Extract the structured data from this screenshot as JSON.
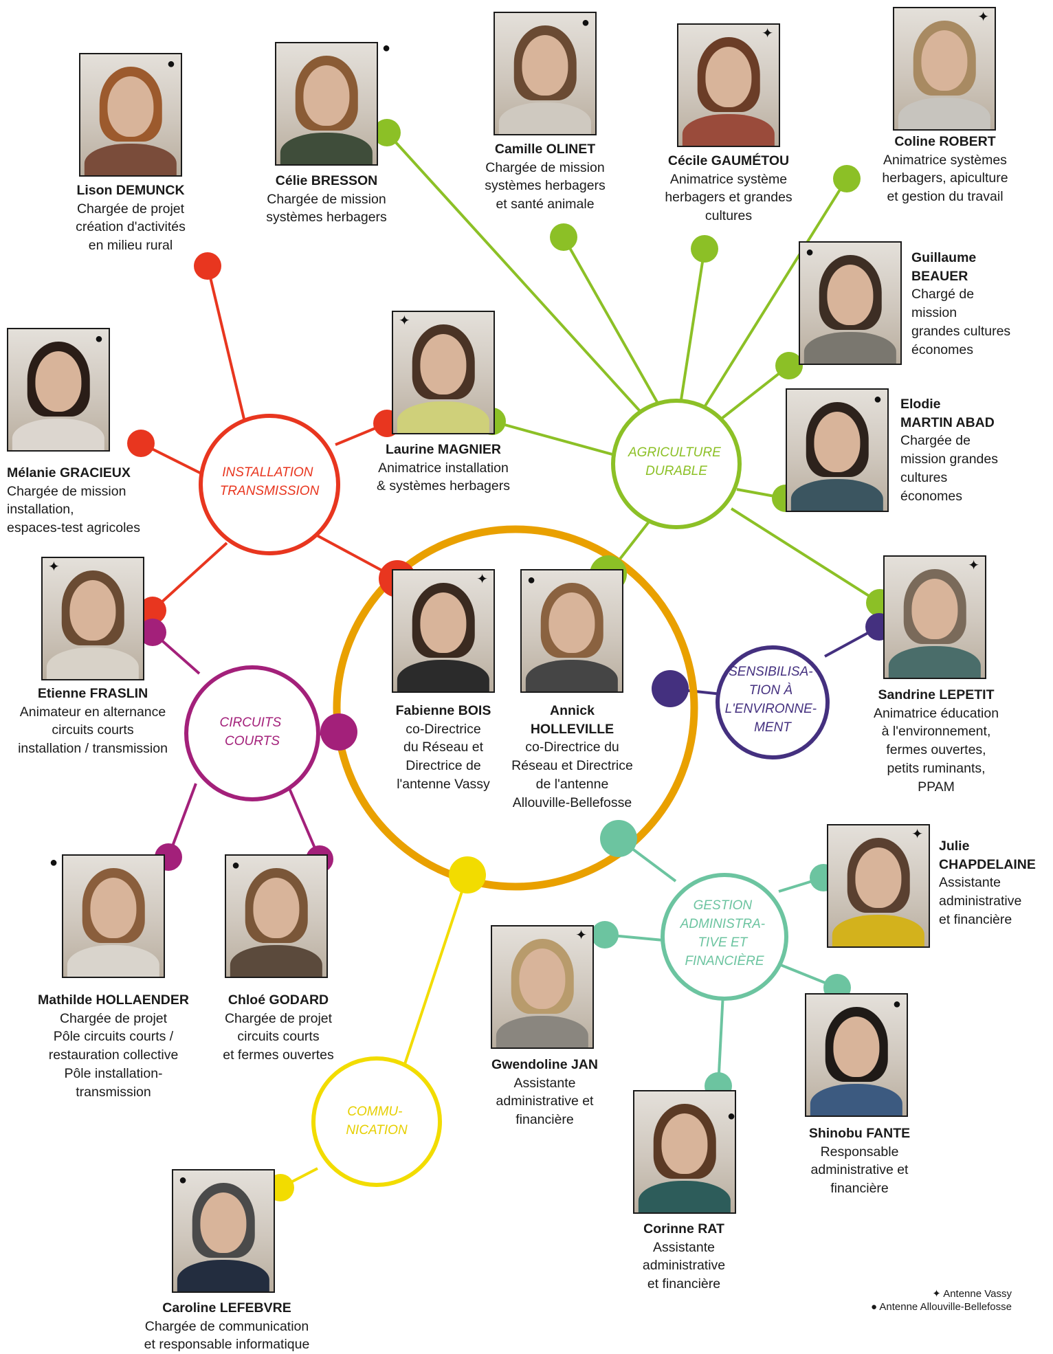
{
  "hubs": {
    "installation": {
      "lines": [
        "INSTALLATION",
        "TRANSMISSION"
      ],
      "color": "#e8361f"
    },
    "agriculture": {
      "lines": [
        "AGRICULTURE",
        "DURABLE"
      ],
      "color": "#8cc026"
    },
    "circuits": {
      "lines": [
        "CIRCUITS",
        "COURTS"
      ],
      "color": "#a3207a"
    },
    "sensibilisation": {
      "lines": [
        "SENSIBILISA-",
        "TION À",
        "L'ENVIRONNE-",
        "MENT"
      ],
      "color": "#44307f"
    },
    "gestion": {
      "lines": [
        "GESTION",
        "ADMINISTRA-",
        "TIVE ET",
        "FINANCIÈRE"
      ],
      "color": "#6cc4a0"
    },
    "communication": {
      "lines": [
        "COMMU-",
        "NICATION"
      ],
      "color": "#f2dc00"
    },
    "direction_ring_color": "#e9a000"
  },
  "people": {
    "lison": {
      "name": "Lison DEMUNCK",
      "role": "Chargée de projet\ncréation d'activités\nen milieu rural",
      "antenne": "allouville"
    },
    "celie": {
      "name": "Célie BRESSON",
      "role": "Chargée de mission\nsystèmes herbagers",
      "antenne": "allouville"
    },
    "camille": {
      "name": "Camille OLINET",
      "role": "Chargée de mission\nsystèmes herbagers\net santé animale",
      "antenne": "allouville"
    },
    "cecile": {
      "name": "Cécile GAUMÉTOU",
      "role": "Animatrice système\nherbagers et grandes\ncultures",
      "antenne": "vassy"
    },
    "coline": {
      "name": "Coline ROBERT",
      "role": "Animatrice systèmes\nherbagers, apiculture\net gestion du travail",
      "antenne": "vassy"
    },
    "guillaume": {
      "name": "Guillaume\nBEAUER",
      "role": "Chargé de\nmission\ngrandes cultures\néconomes",
      "antenne": "allouville"
    },
    "elodie": {
      "name": "Elodie\nMARTIN ABAD",
      "role": "Chargée de\nmission grandes\ncultures\néconomes",
      "antenne": "allouville"
    },
    "melanie": {
      "name": "Mélanie GRACIEUX",
      "role": "Chargée de mission\ninstallation,\nespaces-test agricoles",
      "antenne": "allouville"
    },
    "laurine": {
      "name": "Laurine MAGNIER",
      "role": "Animatrice installation\n& systèmes herbagers",
      "antenne": "vassy"
    },
    "etienne": {
      "name": "Etienne FRASLIN",
      "role": "Animateur en alternance\ncircuits courts\ninstallation / transmission",
      "antenne": "vassy"
    },
    "fabienne": {
      "name": "Fabienne BOIS",
      "role": "co-Directrice\ndu Réseau et\nDirectrice de\nl'antenne Vassy",
      "antenne": "vassy"
    },
    "annick": {
      "name": "Annick\nHOLLEVILLE",
      "role": "co-Directrice du\nRéseau et Directrice\nde l'antenne\nAllouville-Bellefosse",
      "antenne": "allouville"
    },
    "sandrine": {
      "name": "Sandrine LEPETIT",
      "role": "Animatrice éducation\nà l'environnement,\nfermes ouvertes,\npetits ruminants,\nPPAM",
      "antenne": "vassy"
    },
    "julie": {
      "name": "Julie\nCHAPDELAINE",
      "role": "Assistante\nadministrative\net financière",
      "antenne": "vassy"
    },
    "mathilde": {
      "name": "Mathilde HOLLAENDER",
      "role": "Chargée de projet\nPôle circuits courts /\nrestauration collective\nPôle installation-\ntransmission",
      "antenne": "allouville"
    },
    "chloe": {
      "name": "Chloé GODARD",
      "role": "Chargée de projet\ncircuits courts\net fermes ouvertes",
      "antenne": "allouville"
    },
    "gwendoline": {
      "name": "Gwendoline JAN",
      "role": "Assistante\nadministrative et\nfinancière",
      "antenne": "vassy"
    },
    "shinobu": {
      "name": "Shinobu FANTE",
      "role": "Responsable\nadministrative et\nfinancière",
      "antenne": "allouville"
    },
    "corinne": {
      "name": "Corinne RAT",
      "role": "Assistante\nadministrative\net financière",
      "antenne": "allouville"
    },
    "caroline": {
      "name": "Caroline LEFEBVRE",
      "role": "Chargée de communication\net responsable informatique",
      "antenne": "allouville"
    }
  },
  "legend": {
    "vassy": "Antenne Vassy",
    "allouville": "Antenne Allouville-Bellefosse",
    "vassy_icon": "four-point-star-icon",
    "allouville_icon": "dot-icon"
  }
}
